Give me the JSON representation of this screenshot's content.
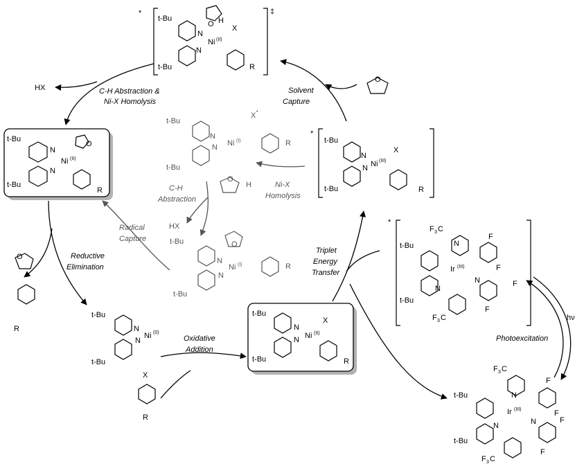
{
  "labels": {
    "ch_abstraction_homolysis_1": "C-H Abstraction &",
    "ch_abstraction_homolysis_2": "Ni-X Homolysis",
    "solvent_capture_1": "Solvent",
    "solvent_capture_2": "Capture",
    "ch_abstraction_1": "C-H",
    "ch_abstraction_2": "Abstraction",
    "nix_homolysis_1": "Ni-X",
    "nix_homolysis_2": "Homolysis",
    "radical_capture_1": "Radical",
    "radical_capture_2": "Capture",
    "reductive_elim_1": "Reductive",
    "reductive_elim_2": "Elimination",
    "triplet_1": "Triplet",
    "triplet_2": "Energy",
    "triplet_3": "Transfer",
    "oxidative_1": "Oxidative",
    "oxidative_2": "Addition",
    "photoexcitation": "Photoexcitation",
    "hv": "hν",
    "hx_top": "HX",
    "hx_inner": "HX"
  },
  "atoms": {
    "tbu": "t-Bu",
    "n": "N",
    "ni": "Ni",
    "ir": "Ir",
    "x": "X",
    "x_rad": "X",
    "r": "R",
    "o": "O",
    "h": "H",
    "f": "F",
    "f3c": "F",
    "f3c_sub": "3",
    "f3c_c": "C",
    "dagger": "‡",
    "star": "*",
    "ox_ii": "(II)",
    "ox_i": "(I)",
    "ox_0": "(0)",
    "ox_iii": "(III)",
    "rad_dot": "•"
  }
}
